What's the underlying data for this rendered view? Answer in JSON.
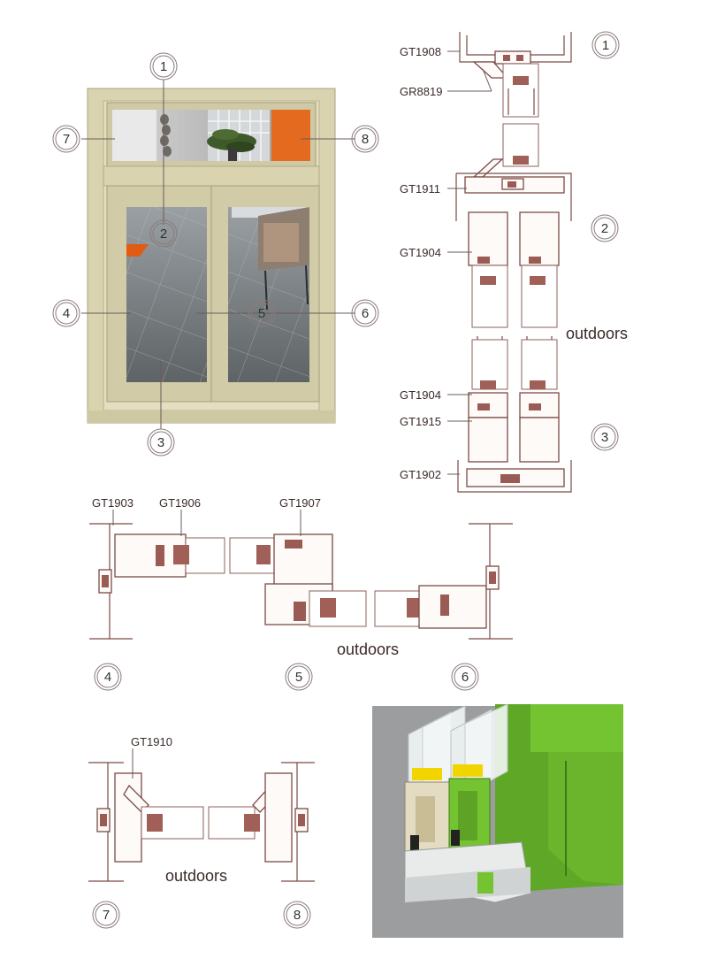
{
  "window_callouts": {
    "c1": "1",
    "c2": "2",
    "c3": "3",
    "c4": "4",
    "c5": "5",
    "c6": "6",
    "c7": "7",
    "c8": "8"
  },
  "vertical_section": {
    "labels": {
      "gt1908": "GT1908",
      "gr8819": "GR8819",
      "gt1911": "GT1911",
      "gt1904_top": "GT1904",
      "gt1904_bottom": "GT1904",
      "gt1915": "GT1915",
      "gt1902": "GT1902"
    },
    "outdoors": "outdoors",
    "callouts": {
      "c1": "1",
      "c2": "2",
      "c3": "3"
    }
  },
  "horizontal_section_456": {
    "labels": {
      "gt1903": "GT1903",
      "gt1906": "GT1906",
      "gt1907": "GT1907"
    },
    "outdoors": "outdoors",
    "callouts": {
      "c4": "4",
      "c5": "5",
      "c6": "6"
    }
  },
  "horizontal_section_78": {
    "labels": {
      "gt1910": "GT1910"
    },
    "outdoors": "outdoors",
    "callouts": {
      "c7": "7",
      "c8": "8"
    }
  },
  "colors": {
    "frame": "#d9d3b0",
    "profile_line": "#7a4b45",
    "render_green": "#74c330",
    "render_bg": "#9b9d9f",
    "seal_yellow": "#f2d400"
  }
}
